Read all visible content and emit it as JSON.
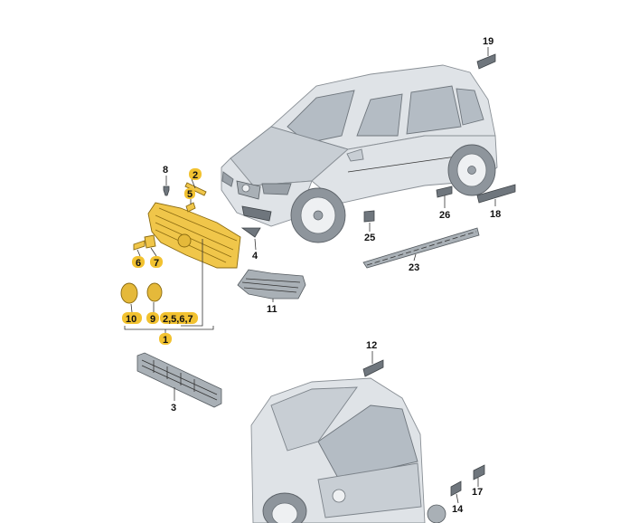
{
  "callouts": {
    "p1": "1",
    "p2": "2",
    "p3": "3",
    "p4": "4",
    "p5": "5",
    "p6": "6",
    "p7": "7",
    "p8": "8",
    "p9": "9",
    "p10": "10",
    "p11": "11",
    "p12": "12",
    "p14": "14",
    "p17": "17",
    "p18": "18",
    "p19": "19",
    "p23": "23",
    "p25": "25",
    "p26": "26",
    "p2567": "2,5,6,7"
  },
  "colors": {
    "highlight": "#f2c230",
    "grille": "#f0c64a",
    "body": "#dfe3e7",
    "part": "#6f767d"
  }
}
